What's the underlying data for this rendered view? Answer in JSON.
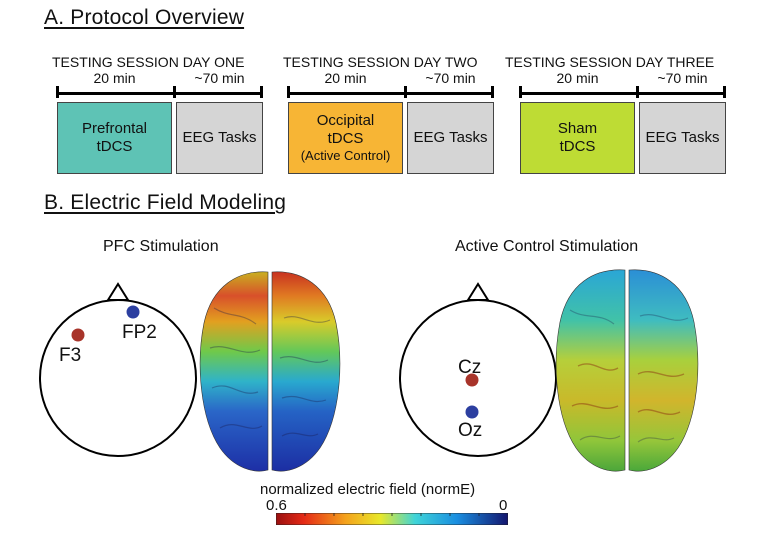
{
  "section_a": {
    "title": "A. Protocol Overview"
  },
  "sessions": [
    {
      "label": "TESTING SESSION DAY ONE",
      "stim_duration": "20 min",
      "task_duration": "~70 min",
      "stim_lines": [
        "Prefrontal",
        "tDCS"
      ],
      "task_label": "EEG Tasks",
      "color": "#5ec3b5"
    },
    {
      "label": "TESTING SESSION DAY TWO",
      "stim_duration": "20 min",
      "task_duration": "~70 min",
      "stim_lines": [
        "Occipital",
        "tDCS",
        "(Active Control)"
      ],
      "task_label": "EEG Tasks",
      "color": "#f7b535"
    },
    {
      "label": "TESTING SESSION DAY THREE",
      "stim_duration": "20 min",
      "task_duration": "~70 min",
      "stim_lines": [
        "Sham",
        "tDCS"
      ],
      "task_label": "EEG Tasks",
      "color": "#bedc34"
    }
  ],
  "section_b": {
    "title": "B. Electric Field Modeling"
  },
  "panels": [
    {
      "title": "PFC Stimulation",
      "electrodes": [
        {
          "label": "F3",
          "color": "#a8342a"
        },
        {
          "label": "FP2",
          "color": "#2c3fa0"
        }
      ]
    },
    {
      "title": "Active Control Stimulation",
      "electrodes": [
        {
          "label": "Cz",
          "color": "#a8342a"
        },
        {
          "label": "Oz",
          "color": "#2c3fa0"
        }
      ]
    }
  ],
  "colorbar": {
    "title": "normalized electric field (normE)",
    "min_label": "0.6",
    "max_label": "0"
  }
}
